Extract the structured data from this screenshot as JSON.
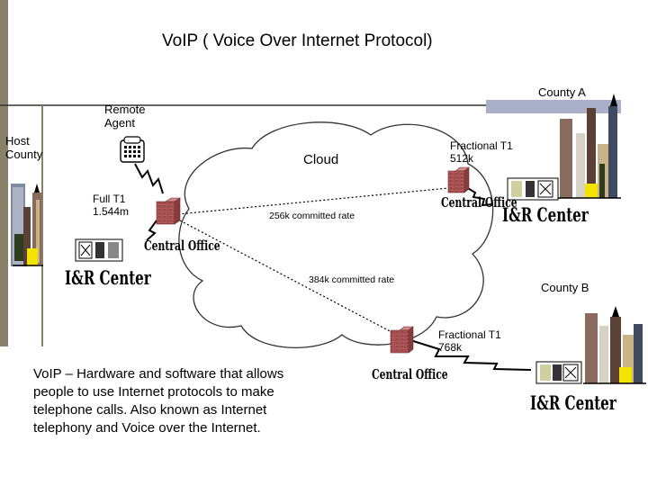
{
  "title": "VoIP ( Voice Over Internet Protocol)",
  "labels": {
    "host_county": "Host\nCounty",
    "remote_agent": "Remote\nAgent",
    "cloud": "Cloud",
    "full_t1": "Full T1\n1.544m",
    "county_a": "County A",
    "county_b": "County B",
    "fractional_t1_a": "Fractional T1\n512k",
    "fractional_t1_b": "Fractional T1\n768k",
    "rate_256": "256k committed rate",
    "rate_384": "384k committed rate"
  },
  "central_office": "Central Office",
  "ir_center": "I&R Center",
  "description": "VoIP – Hardware and software that allows people to use Internet protocols to make telephone calls. Also known as Internet telephony and Voice over the Internet.",
  "colors": {
    "accent_bar": "#8a7f68",
    "band": "#a9b0c7",
    "building": "#8a6a5c",
    "router_brick": "#b05050",
    "link_dotted": "#000000"
  },
  "icons": [
    "city-skyline-icon",
    "router-icon",
    "phone-icon",
    "lightning-link-icon",
    "equipment-icon"
  ]
}
